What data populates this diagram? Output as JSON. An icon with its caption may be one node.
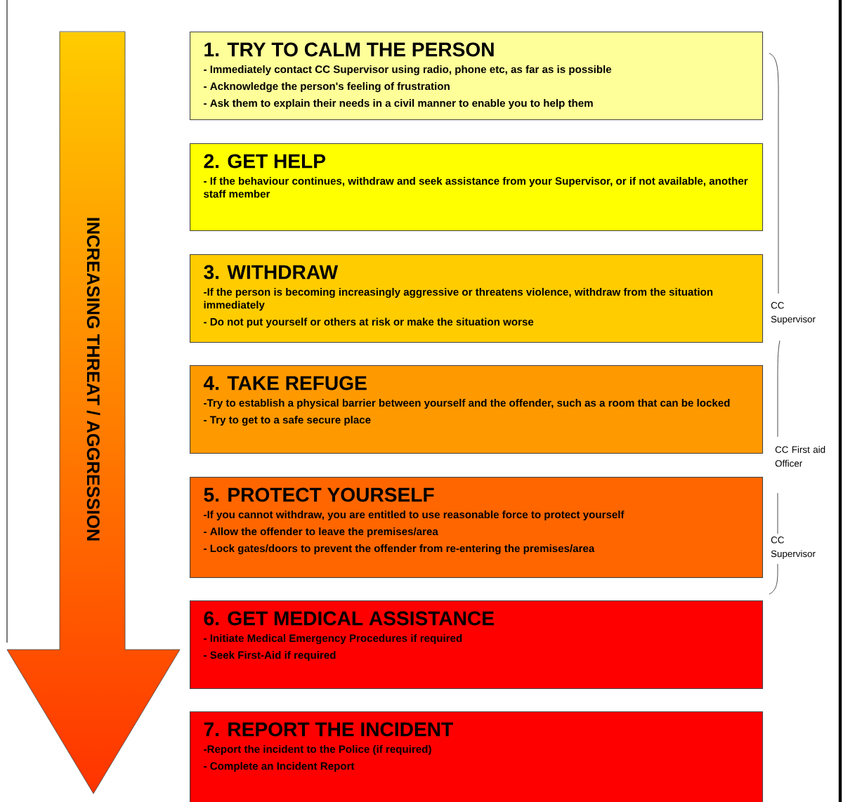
{
  "diagram": {
    "nodes": [
      {
        "text": [
          "INCREASING THREAT / AGGRESSION"
        ]
      },
      {
        "text": [
          "1. TRY TO CALM THE PERSON",
          "- Immediately contact CC Supervisor using radio, phone etc, as far as is possible",
          "- Acknowledge the person's feeling of frustration",
          "- Ask them to explain their needs in a civil manner to enable you to help them"
        ]
      },
      {
        "text": [
          "2. GET HELP",
          "- If the behaviour continues, withdraw and seek assistance from your Supervisor, or if not available, another staff member"
        ]
      },
      {
        "text": [
          "3. WITHDRAW",
          "-If the person is becoming increasingly aggressive or threatens violence, withdraw from the situation immediately",
          "- Do not put yourself or others at risk or make the situation worse"
        ]
      },
      {
        "text": [
          "4. TAKE REFUGE",
          "-Try to establish a physical barrier between yourself and the offender, such as a room that can be locked",
          "- Try to get to a safe secure place"
        ]
      },
      {
        "text": [
          "5. PROTECT YOURSELF",
          "-If you cannot withdraw, you are entitled to use reasonable force to protect yourself",
          "- Allow the offender to leave the premises/area",
          "- Lock gates/doors to prevent the offender from re-entering the premises/area"
        ]
      },
      {
        "text": [
          "6. GET MEDICAL ASSISTANCE",
          "- Initiate Medical Emergency Procedures if required",
          "- Seek First-Aid if required"
        ]
      },
      {
        "text": [
          "7. REPORT THE INCIDENT",
          "-Report the incident to the Police (if required)",
          "- Complete an Incident Report"
        ]
      }
    ],
    "labels": [
      "CC Supervisor",
      "CC First aid Officer",
      "CC Supervisor"
    ]
  }
}
